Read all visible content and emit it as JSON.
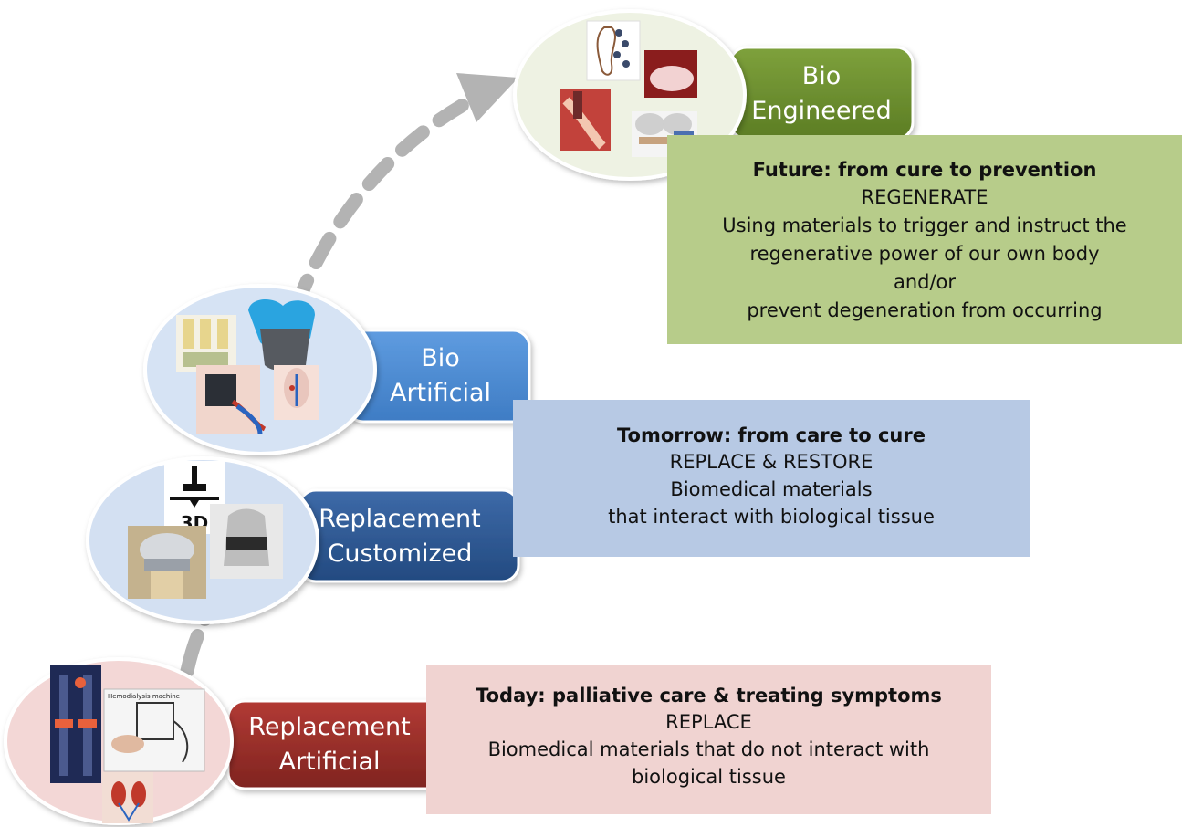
{
  "stages": [
    {
      "id": "replacement-artificial",
      "label_line1": "Replacement",
      "label_line2": "Artificial",
      "color": "#9b2f2a",
      "bubble_fill": "#f3d7d6",
      "panel": {
        "heading": "Today: palliative care & treating symptoms",
        "keyword": "REPLACE",
        "description_line1": "Biomedical materials  that do not interact with",
        "description_line2": "biological tissue",
        "color": "#f0d3d1"
      }
    },
    {
      "id": "replacement-customized",
      "label_line1": "Replacement",
      "label_line2": "Customized",
      "color": "#2f5c97",
      "bubble_fill": "#d3e0f2"
    },
    {
      "id": "bio-artificial",
      "label_line1": "Bio",
      "label_line2": "Artificial",
      "color": "#4f8bd0",
      "bubble_fill": "#d6e3f4",
      "panel": {
        "heading": "Tomorrow: from care to cure",
        "keyword": "REPLACE & RESTORE",
        "description_line1": "Biomedical materials",
        "description_line2": "that interact with biological tissue",
        "color": "#b7c9e4"
      }
    },
    {
      "id": "bio-engineered",
      "label_line1": "Bio",
      "label_line2": "Engineered",
      "color": "#6d8f2e",
      "bubble_fill": "#eef2e3",
      "panel": {
        "heading": "Future: from cure to prevention",
        "keyword": "REGENERATE",
        "description_line1": "Using materials to trigger and instruct the",
        "description_line2": "regenerative power of our own body",
        "description_line3": "and/or",
        "description_line4": "prevent degeneration from occurring",
        "color": "#b7cc8a"
      }
    }
  ],
  "printer_badge_text": "3D",
  "dialysis_caption": "Hemodialysis machine",
  "arrow_color": "#b3b3b3"
}
